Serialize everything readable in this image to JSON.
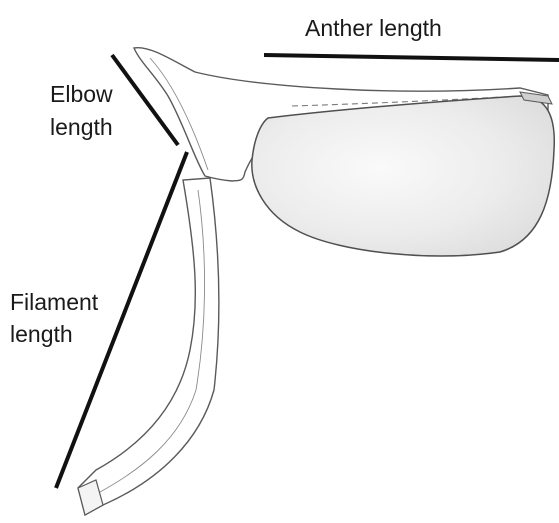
{
  "labels": {
    "anther": "Anther length",
    "elbow_line1": "Elbow",
    "elbow_line2": "length",
    "filament_line1": "Filament",
    "filament_line2": "length"
  },
  "colors": {
    "line": "#111111",
    "outline": "#5a5a5a",
    "anther_fill": "#ececec",
    "text": "#1a1a1a"
  }
}
